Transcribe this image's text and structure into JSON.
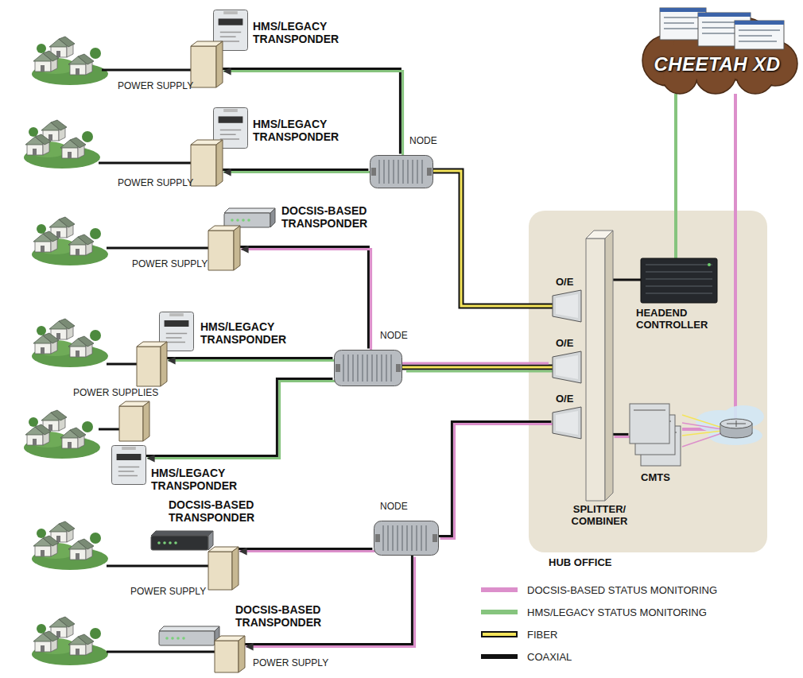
{
  "diagram": {
    "nodes": [
      {
        "text": [
          "HMS/LEGACY TRANSPONDER"
        ]
      },
      {
        "text": [
          "POWER SUPPLY"
        ]
      },
      {
        "text": [
          "HMS/LEGACY TRANSPONDER"
        ]
      },
      {
        "text": [
          "POWER SUPPLY"
        ]
      },
      {
        "text": [
          "NODE"
        ]
      },
      {
        "text": [
          "DOCSIS-BASED TRANSPONDER"
        ]
      },
      {
        "text": [
          "POWER SUPPLY"
        ]
      },
      {
        "text": [
          "HMS/LEGACY TRANSPONDER"
        ]
      },
      {
        "text": [
          "POWER SUPPLIES"
        ]
      },
      {
        "text": [
          "NODE"
        ]
      },
      {
        "text": [
          "HMS/LEGACY TRANSPONDER"
        ]
      },
      {
        "text": [
          "DOCSIS-BASED TRANSPONDER"
        ]
      },
      {
        "text": [
          "POWER SUPPLY"
        ]
      },
      {
        "text": [
          "NODE"
        ]
      },
      {
        "text": [
          "DOCSIS-BASED TRANSPONDER"
        ]
      },
      {
        "text": [
          "POWER SUPPLY"
        ]
      },
      {
        "text": [
          "HUB OFFICE"
        ]
      },
      {
        "text": [
          "O/E"
        ],
        "in": 16
      },
      {
        "text": [
          "O/E"
        ],
        "in": 16
      },
      {
        "text": [
          "O/E"
        ],
        "in": 16
      },
      {
        "text": [
          "SPLITTER/ COMBINER"
        ],
        "in": 16
      },
      {
        "text": [
          "HEADEND CONTROLLER"
        ],
        "in": 16
      },
      {
        "text": [
          "CMTS"
        ],
        "in": 16
      },
      {
        "text": [
          "CHEETAH XD"
        ]
      }
    ],
    "edges": [
      {
        "from": 4,
        "to": 1,
        "arrow": "to"
      },
      {
        "from": 4,
        "to": 3,
        "arrow": "to"
      },
      {
        "from": 9,
        "to": 6,
        "arrow": "to"
      },
      {
        "from": 9,
        "to": 8,
        "arrow": "to"
      },
      {
        "from": 9,
        "to": 10,
        "arrow": "to"
      },
      {
        "from": 13,
        "to": 12,
        "arrow": "to"
      },
      {
        "from": 13,
        "to": 15,
        "arrow": "to"
      },
      {
        "from": 17,
        "to": 4,
        "arrow": "none"
      },
      {
        "from": 18,
        "to": 9,
        "arrow": "none"
      },
      {
        "from": 19,
        "to": 13,
        "arrow": "none"
      },
      {
        "from": 21,
        "to": 20,
        "arrow": "none"
      },
      {
        "from": 20,
        "to": 22,
        "arrow": "none"
      },
      {
        "from": 21,
        "to": 23,
        "arrow": "none"
      },
      {
        "from": 22,
        "to": 23,
        "arrow": "none"
      }
    ],
    "legend": [
      {
        "text": "DOCSIS-BASED STATUS MONITORING",
        "color": "#dc8fcb"
      },
      {
        "text": "HMS/LEGACY STATUS MONITORING",
        "color": "#86c47e"
      },
      {
        "text": "FIBER",
        "color": "#f4e45a"
      },
      {
        "text": "COAXIAL",
        "color": "#111111"
      }
    ]
  }
}
